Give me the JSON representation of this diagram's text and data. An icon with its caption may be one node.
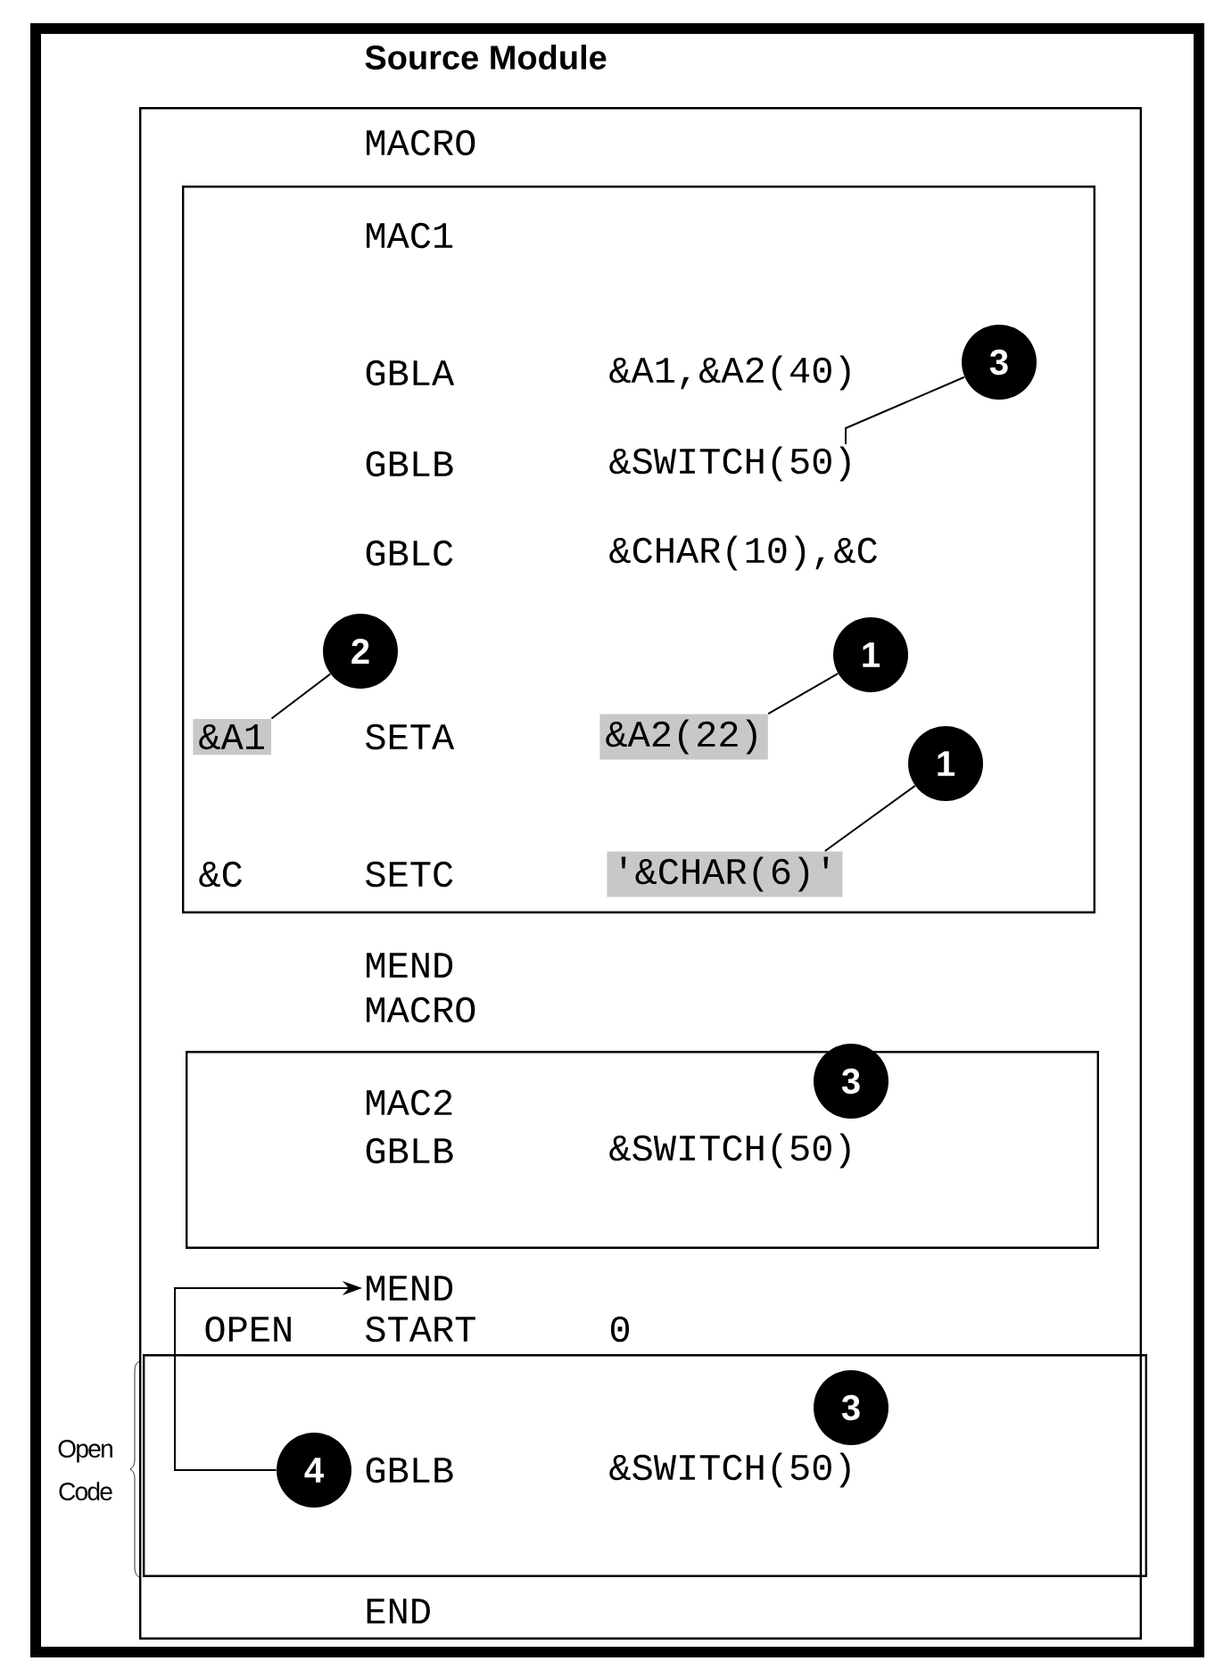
{
  "diagram": {
    "nodes": [
      {
        "text": [
          "Source Module"
        ]
      },
      {
        "text": [],
        "shape": "box",
        "in": 0
      },
      {
        "text": [
          "MAC1",
          "GBLA",
          "&A1,&A2(40)",
          "GBLB",
          "GBLC",
          "&CHAR(10),&C",
          "SETA",
          "&C",
          "SETC"
        ],
        "in": 1
      },
      {
        "text": [
          "3"
        ],
        "in": 2
      },
      {
        "text": [
          "&SWITCH(50)"
        ],
        "in": 2
      },
      {
        "text": [
          "2"
        ],
        "in": 2
      },
      {
        "text": [
          "&A1"
        ],
        "in": 2
      },
      {
        "text": [
          "1"
        ],
        "in": 2
      },
      {
        "text": [
          "&A2(22)"
        ],
        "in": 2
      },
      {
        "text": [
          "1"
        ],
        "in": 2
      },
      {
        "text": [
          "'&CHAR(6)'"
        ],
        "in": 2
      },
      {
        "text": [
          "MAC2",
          "GBLB",
          "&SWITCH(50)"
        ],
        "in": 1
      },
      {
        "text": [
          "3"
        ],
        "in": 1
      },
      {
        "text": [
          "MEND"
        ],
        "in": 1
      },
      {
        "text": [
          "GBLB",
          "&SWITCH(50)"
        ],
        "in": 1,
        "beside": [
          "Open Code"
        ]
      },
      {
        "text": [
          "3"
        ],
        "in": 14
      },
      {
        "text": [
          "4"
        ],
        "in": 14
      }
    ],
    "edges": [
      {
        "from": 3,
        "to": 4,
        "arrow": "none"
      },
      {
        "from": 5,
        "to": 6,
        "arrow": "none"
      },
      {
        "from": 7,
        "to": 8,
        "arrow": "none"
      },
      {
        "from": 9,
        "to": 10,
        "arrow": "none"
      },
      {
        "from": 16,
        "to": 13,
        "arrow": "to"
      }
    ],
    "labels": [
      "MACRO",
      "MEND",
      "MACRO",
      "OPEN",
      "START",
      "0",
      "END"
    ]
  }
}
